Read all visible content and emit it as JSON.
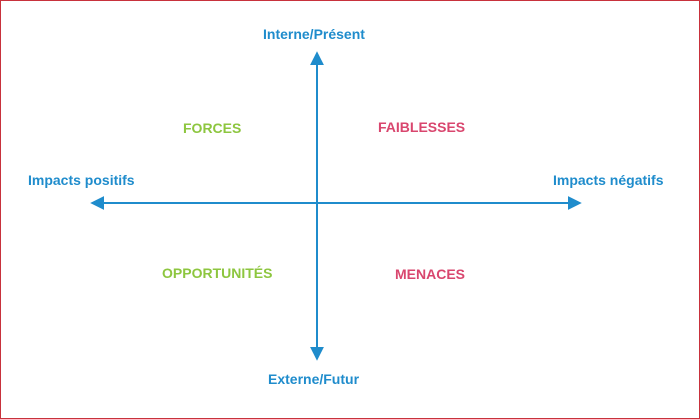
{
  "axes": {
    "top": "Interne/Présent",
    "bottom": "Externe/Futur",
    "left": "Impacts positifs",
    "right": "Impacts négatifs"
  },
  "quadrants": {
    "top_left": "FORCES",
    "top_right": "FAIBLESSES",
    "bottom_left": "OPPORTUNITÉS",
    "bottom_right": "MENACES"
  },
  "colors": {
    "axis": "#1f8ccc",
    "positive": "#8dc63f",
    "negative": "#d9466e",
    "border": "#c8323c"
  }
}
